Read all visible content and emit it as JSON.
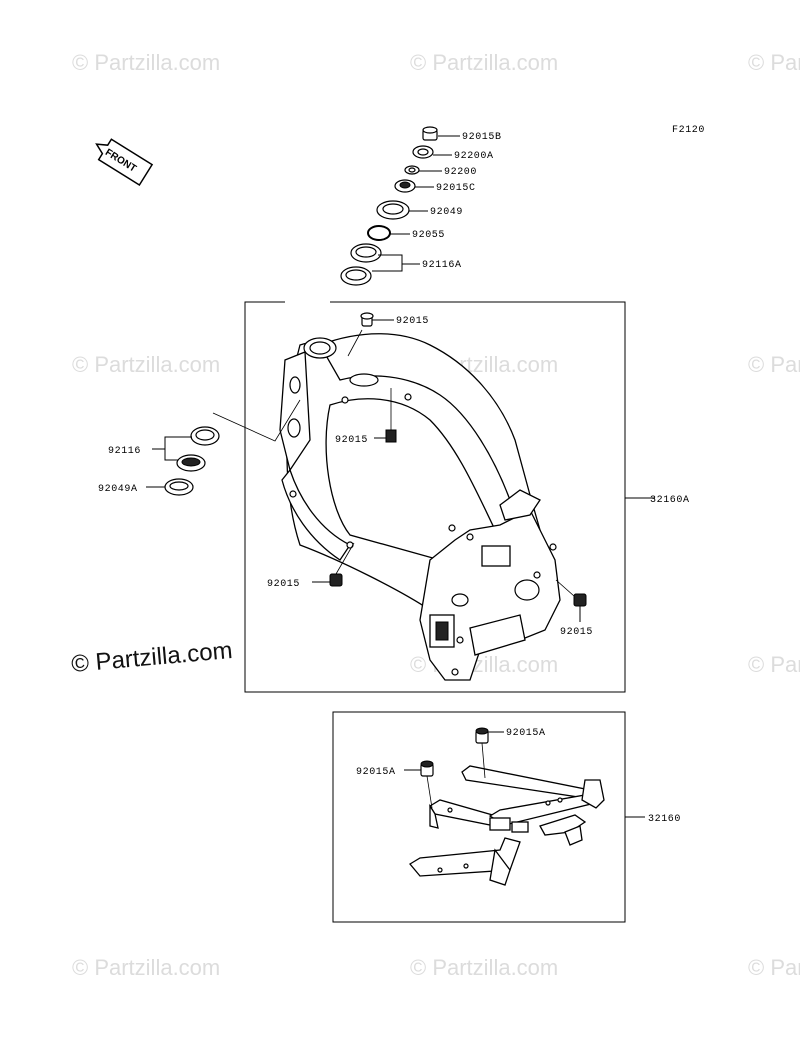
{
  "diagram_code": "F2120",
  "front_arrow_label": "FRONT",
  "watermark": "© Partzilla.com",
  "labels": {
    "p92015B": "92015B",
    "p92200A": "92200A",
    "p92200": "92200",
    "p92015C": "92015C",
    "p92049": "92049",
    "p92055": "92055",
    "p92116A": "92116A",
    "p92015_top": "92015",
    "p92015_mid": "92015",
    "p92116": "92116",
    "p92049A": "92049A",
    "p32160A": "32160A",
    "p92015_left": "92015",
    "p92015_right": "92015",
    "p92015A_top": "92015A",
    "p92015A_left": "92015A",
    "p32160": "32160"
  }
}
